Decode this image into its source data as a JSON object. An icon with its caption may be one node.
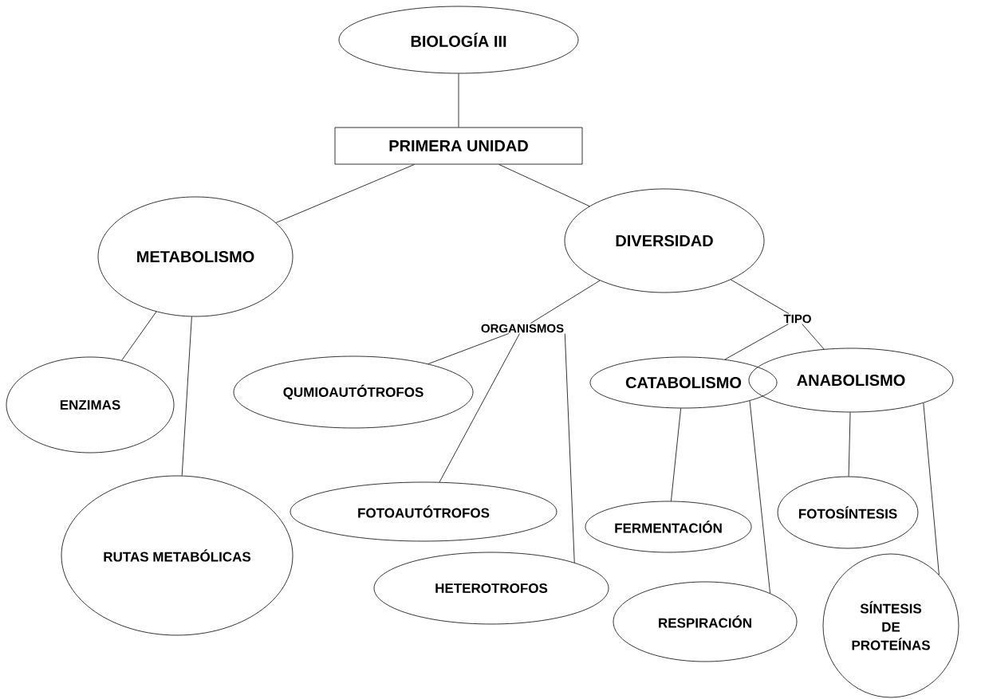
{
  "diagram": {
    "nodes": [
      {
        "text": [
          "BIOLOGÍA III"
        ]
      },
      {
        "text": [
          "PRIMERA UNIDAD"
        ]
      },
      {
        "text": [
          "METABOLISMO"
        ]
      },
      {
        "text": [
          "DIVERSIDAD"
        ]
      },
      {
        "text": [
          "ORGANISMOS"
        ]
      },
      {
        "text": [
          "TIPO"
        ]
      },
      {
        "text": [
          "QUMIOAUTÓTROFOS"
        ]
      },
      {
        "text": [
          "CATABOLISMO"
        ]
      },
      {
        "text": [
          "ANABOLISMO"
        ]
      },
      {
        "text": [
          "ENZIMAS"
        ]
      },
      {
        "text": [
          "FOTOAUTÓTROFOS"
        ]
      },
      {
        "text": [
          "FERMENTACIÓN"
        ]
      },
      {
        "text": [
          "FOTOSÍNTESIS"
        ]
      },
      {
        "text": [
          "RUTAS METABÓLICAS"
        ]
      },
      {
        "text": [
          "HETEROTROFOS"
        ]
      },
      {
        "text": [
          "RESPIRACIÓN"
        ]
      },
      {
        "text": [
          "SÍNTESIS DE PROTEÍNAS"
        ]
      }
    ],
    "edges": [
      {
        "from": 0,
        "to": 1,
        "arrow": "none"
      },
      {
        "from": 1,
        "to": 2,
        "arrow": "none"
      },
      {
        "from": 1,
        "to": 3,
        "arrow": "none"
      },
      {
        "from": 3,
        "to": 4,
        "arrow": "none"
      },
      {
        "from": 3,
        "to": 5,
        "arrow": "none"
      },
      {
        "from": 2,
        "to": 9,
        "arrow": "none"
      },
      {
        "from": 2,
        "to": 13,
        "arrow": "none"
      },
      {
        "from": 4,
        "to": 6,
        "arrow": "none"
      },
      {
        "from": 4,
        "to": 10,
        "arrow": "none"
      },
      {
        "from": 4,
        "to": 14,
        "arrow": "none"
      },
      {
        "from": 5,
        "to": 7,
        "arrow": "none"
      },
      {
        "from": 5,
        "to": 8,
        "arrow": "none"
      },
      {
        "from": 7,
        "to": 11,
        "arrow": "none"
      },
      {
        "from": 7,
        "to": 15,
        "arrow": "none"
      },
      {
        "from": 8,
        "to": 12,
        "arrow": "none"
      },
      {
        "from": 8,
        "to": 16,
        "arrow": "none"
      }
    ]
  }
}
